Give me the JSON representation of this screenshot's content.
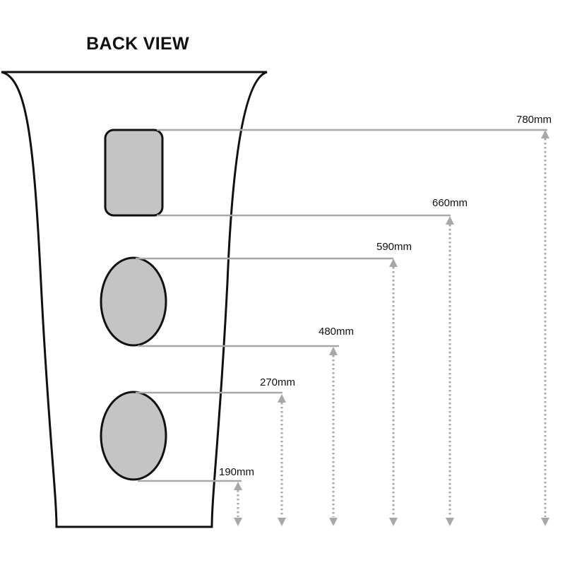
{
  "title": "BACK VIEW",
  "colors": {
    "outline": "#111111",
    "panel_fill": "#c4c4c4",
    "leader_line": "#a8a8a8",
    "arrow": "#a8a8a8"
  },
  "dimensions": [
    {
      "id": "d190",
      "label": "190mm",
      "value_mm": 190
    },
    {
      "id": "d270",
      "label": "270mm",
      "value_mm": 270
    },
    {
      "id": "d480",
      "label": "480mm",
      "value_mm": 480
    },
    {
      "id": "d590",
      "label": "590mm",
      "value_mm": 590
    },
    {
      "id": "d660",
      "label": "660mm",
      "value_mm": 660
    },
    {
      "id": "d780",
      "label": "780mm",
      "value_mm": 780
    }
  ]
}
